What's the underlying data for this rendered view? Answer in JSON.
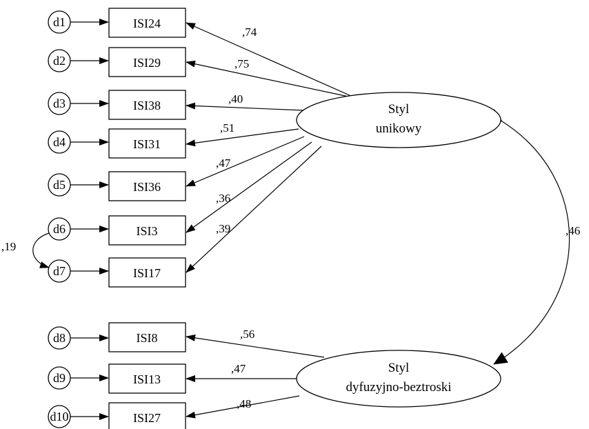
{
  "latent_factors": [
    {
      "id": "unikowy",
      "label_lines": [
        "Styl",
        "unikowy"
      ]
    },
    {
      "id": "dyfuzyjno",
      "label_lines": [
        "Styl",
        "dyfuzyjno-beztroski"
      ]
    }
  ],
  "indicators": [
    {
      "error": "d1",
      "item": "ISI24",
      "factor": "unikowy",
      "loading": ",74"
    },
    {
      "error": "d2",
      "item": "ISI29",
      "factor": "unikowy",
      "loading": ",75"
    },
    {
      "error": "d3",
      "item": "ISI38",
      "factor": "unikowy",
      "loading": ",40"
    },
    {
      "error": "d4",
      "item": "ISI31",
      "factor": "unikowy",
      "loading": ",51"
    },
    {
      "error": "d5",
      "item": "ISI36",
      "factor": "unikowy",
      "loading": ",47"
    },
    {
      "error": "d6",
      "item": "ISI3",
      "factor": "unikowy",
      "loading": ",36"
    },
    {
      "error": "d7",
      "item": "ISI17",
      "factor": "unikowy",
      "loading": ",39"
    },
    {
      "error": "d8",
      "item": "ISI8",
      "factor": "dyfuzyjno",
      "loading": ",56"
    },
    {
      "error": "d9",
      "item": "ISI13",
      "factor": "dyfuzyjno",
      "loading": ",47"
    },
    {
      "error": "d10",
      "item": "ISI27",
      "factor": "dyfuzyjno",
      "loading": ",48"
    }
  ],
  "error_covariance": {
    "from": "d6",
    "to": "d7",
    "value": ",19"
  },
  "factor_correlation": {
    "from": "unikowy",
    "to": "dyfuzyjno",
    "value": ",46"
  }
}
